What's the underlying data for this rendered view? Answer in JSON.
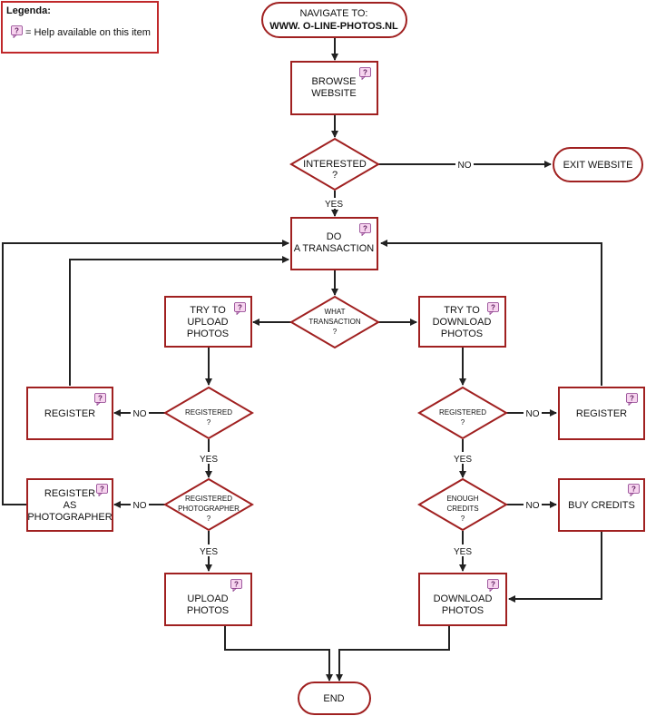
{
  "legend": {
    "title": "Legenda:",
    "help_text": "= Help available on this item",
    "help_icon": "help-question-icon"
  },
  "nodes": {
    "navigate": {
      "line1": "NAVIGATE TO:",
      "line2": "WWW. O-LINE-PHOTOS.NL"
    },
    "browse": {
      "line1": "BROWSE",
      "line2": "WEBSITE"
    },
    "interested": {
      "line1": "INTERESTED",
      "line2": "?"
    },
    "exit": {
      "label": "EXIT WEBSITE"
    },
    "transaction": {
      "line1": "DO",
      "line2": "A TRANSACTION"
    },
    "what_transaction": {
      "line1": "WHAT",
      "line2": "TRANSACTION",
      "line3": "?"
    },
    "try_upload": {
      "line1": "TRY TO",
      "line2": "UPLOAD",
      "line3": "PHOTOS"
    },
    "try_download": {
      "line1": "TRY TO",
      "line2": "DOWNLOAD",
      "line3": "PHOTOS"
    },
    "registered_left": {
      "line1": "REGISTERED",
      "line2": "?"
    },
    "registered_right": {
      "line1": "REGISTERED",
      "line2": "?"
    },
    "register_left": {
      "label": "REGISTER"
    },
    "register_right": {
      "label": "REGISTER"
    },
    "registered_photographer": {
      "line1": "REGISTERED",
      "line2": "PHOTOGRAPHER",
      "line3": "?"
    },
    "register_photographer": {
      "line1": "REGISTER",
      "line2": "AS",
      "line3": "PHOTOGRAPHER"
    },
    "enough_credits": {
      "line1": "ENOUGH",
      "line2": "CREDITS",
      "line3": "?"
    },
    "buy_credits": {
      "label": "BUY CREDITS"
    },
    "upload": {
      "line1": "UPLOAD",
      "line2": "PHOTOS"
    },
    "download": {
      "line1": "DOWNLOAD",
      "line2": "PHOTOS"
    },
    "end": {
      "label": "END"
    }
  },
  "edge_labels": {
    "yes": "YES",
    "no": "NO"
  },
  "colors": {
    "node_border": "#a02020",
    "edge": "#222222",
    "help_icon_fill": "#f7d4ef"
  }
}
